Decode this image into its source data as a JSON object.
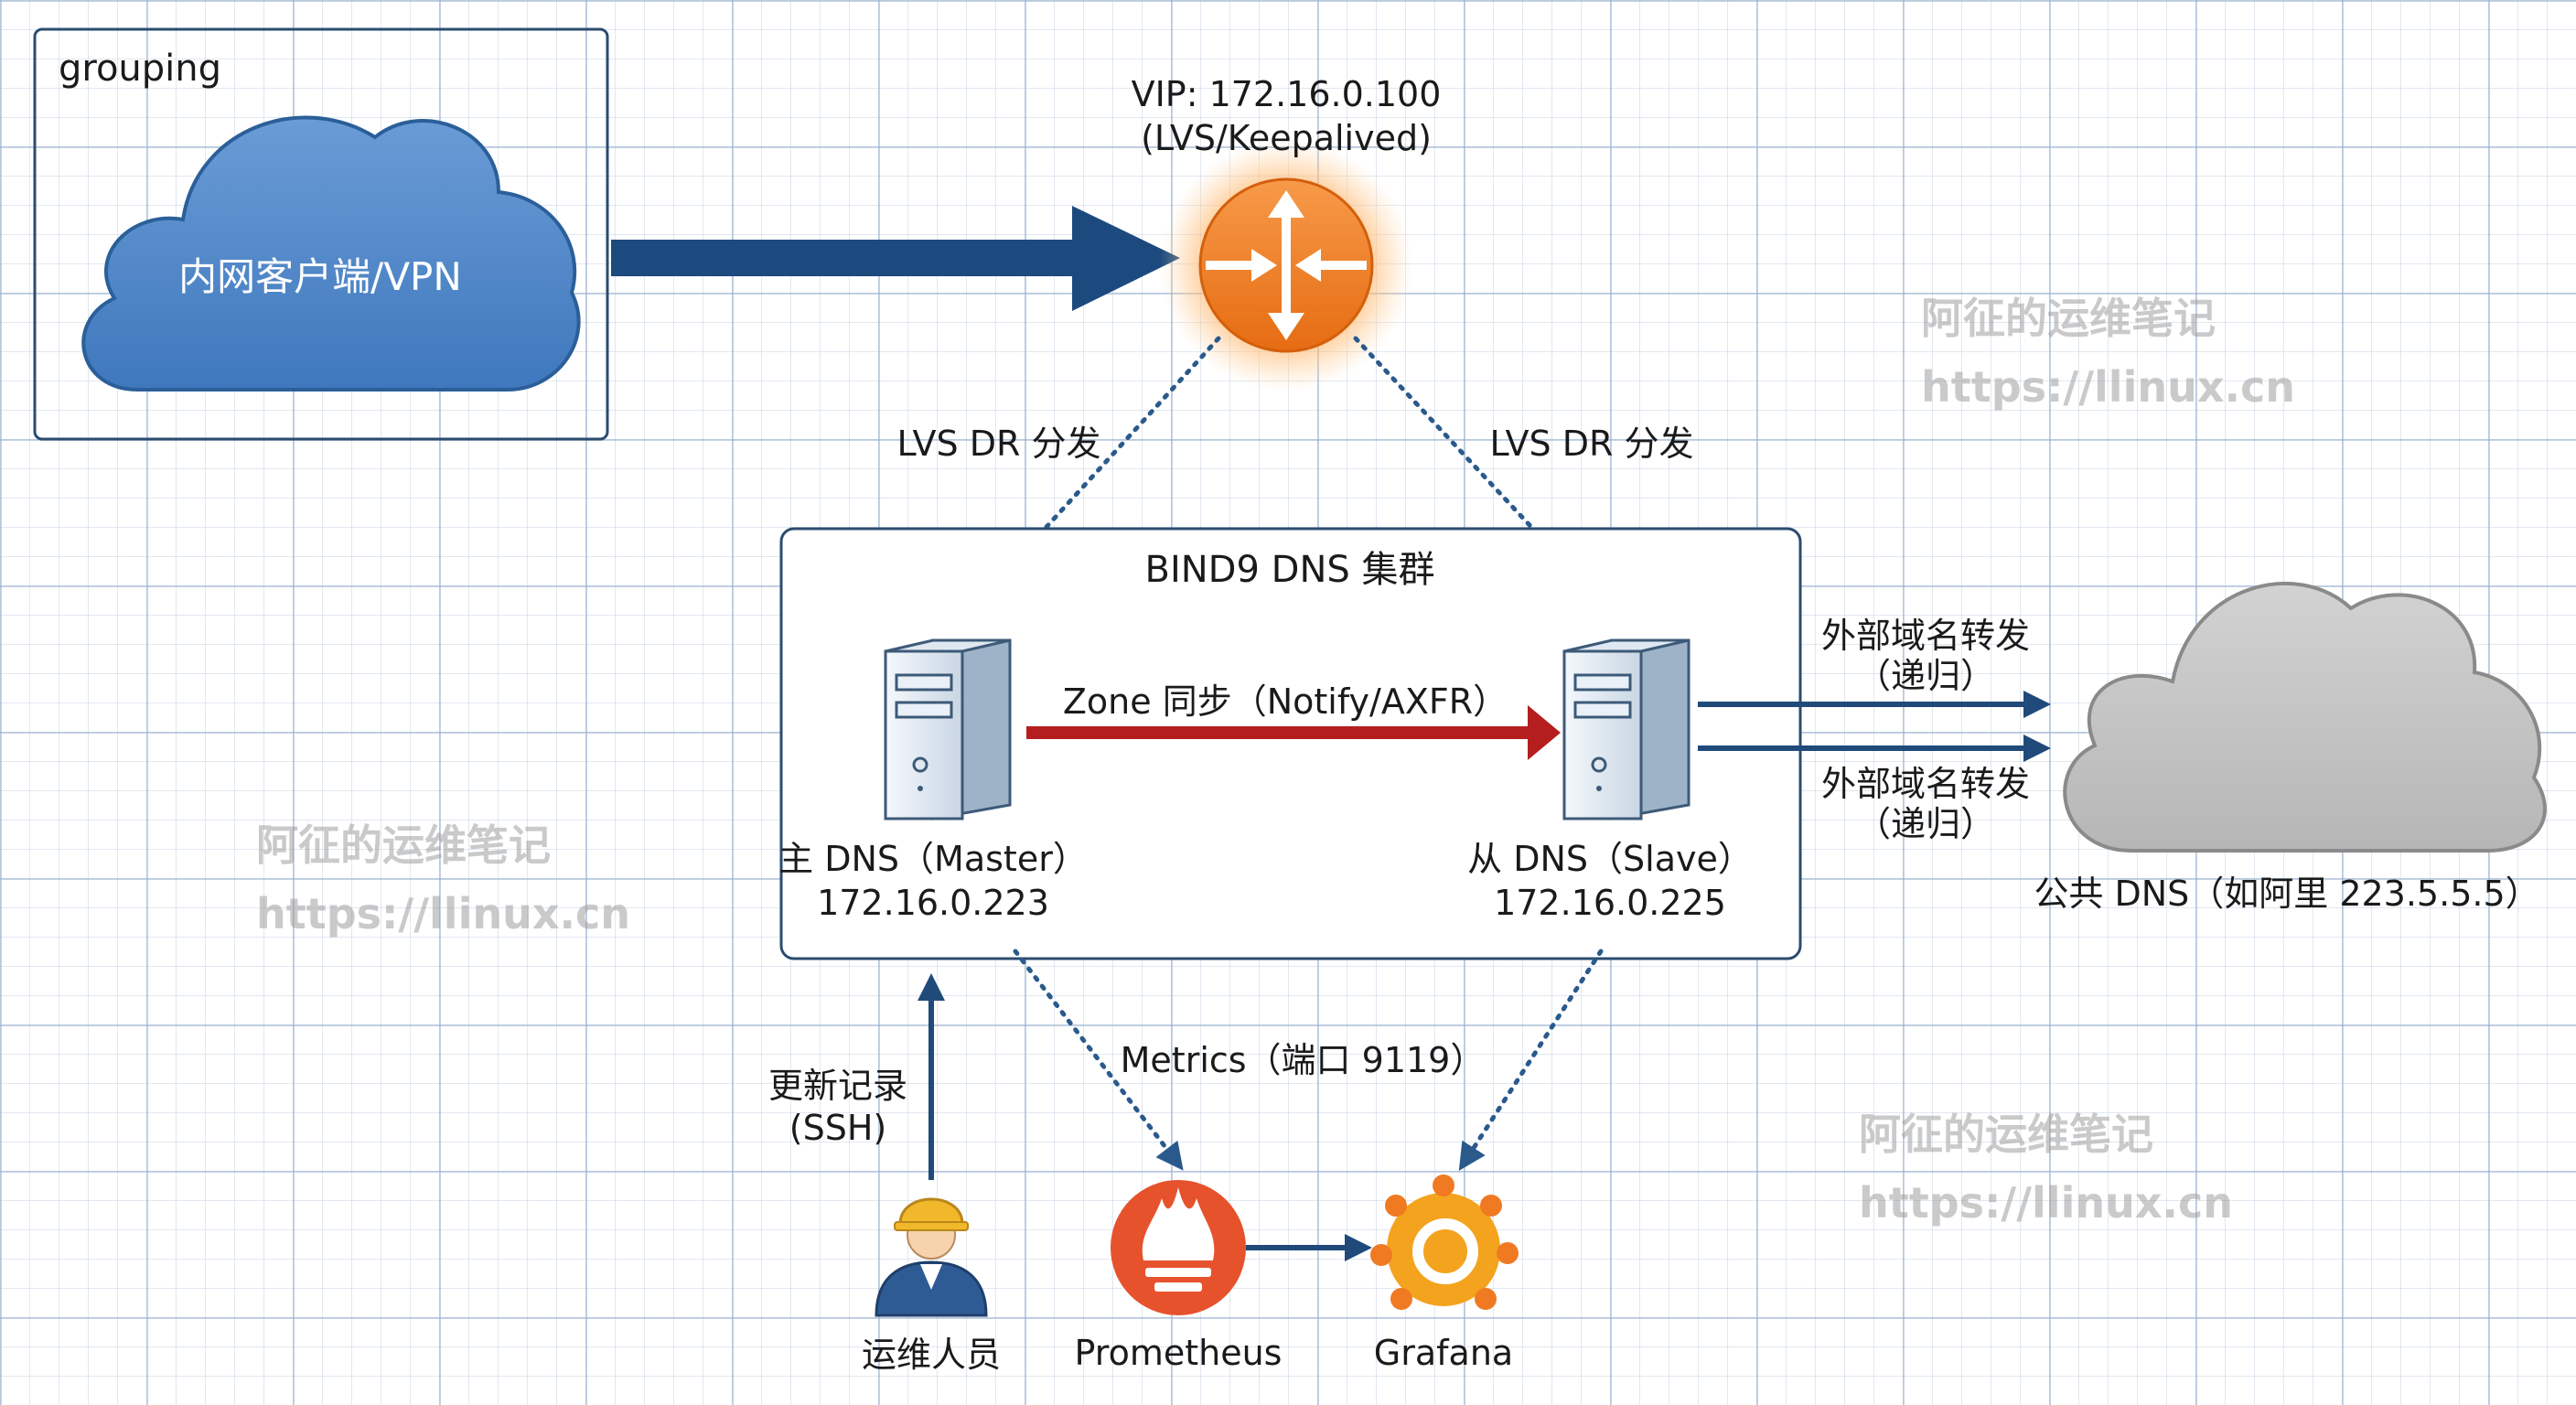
{
  "group": {
    "label": "grouping"
  },
  "client": {
    "label": "内网客户端/VPN"
  },
  "vip": {
    "line1": "VIP: 172.16.0.100",
    "line2": "(LVS/Keepalived)"
  },
  "lvs": {
    "left_label": "LVS DR 分发",
    "right_label": "LVS DR 分发"
  },
  "cluster": {
    "title": "BIND9 DNS 集群"
  },
  "master": {
    "name": "主 DNS（Master）",
    "ip": "172.16.0.223"
  },
  "slave": {
    "name": "从 DNS（Slave）",
    "ip": "172.16.0.225"
  },
  "sync": {
    "label": "Zone 同步（Notify/AXFR）"
  },
  "forward": {
    "top_line1": "外部域名转发",
    "top_line2": "（递归）",
    "bottom_line1": "外部域名转发",
    "bottom_line2": "（递归）"
  },
  "public_dns": {
    "label": "公共 DNS（如阿里 223.5.5.5）"
  },
  "metrics": {
    "label": "Metrics（端口 9119）"
  },
  "update": {
    "line1": "更新记录",
    "line2": "(SSH)"
  },
  "operator": {
    "label": "运维人员"
  },
  "prometheus": {
    "label": "Prometheus"
  },
  "grafana": {
    "label": "Grafana"
  },
  "watermarks": [
    {
      "line1": "阿征的运维笔记",
      "line2": "https://llinux.cn"
    },
    {
      "line1": "阿征的运维笔记",
      "line2": "https://llinux.cn"
    },
    {
      "line1": "阿征的运维笔记",
      "line2": "https://llinux.cn"
    }
  ],
  "colors": {
    "client_arrow": "#1d4a7e",
    "sync_arrow": "#b51e1e",
    "router": "#f07a22",
    "prometheus": "#e6522c",
    "grafana": "#f4a31e"
  }
}
